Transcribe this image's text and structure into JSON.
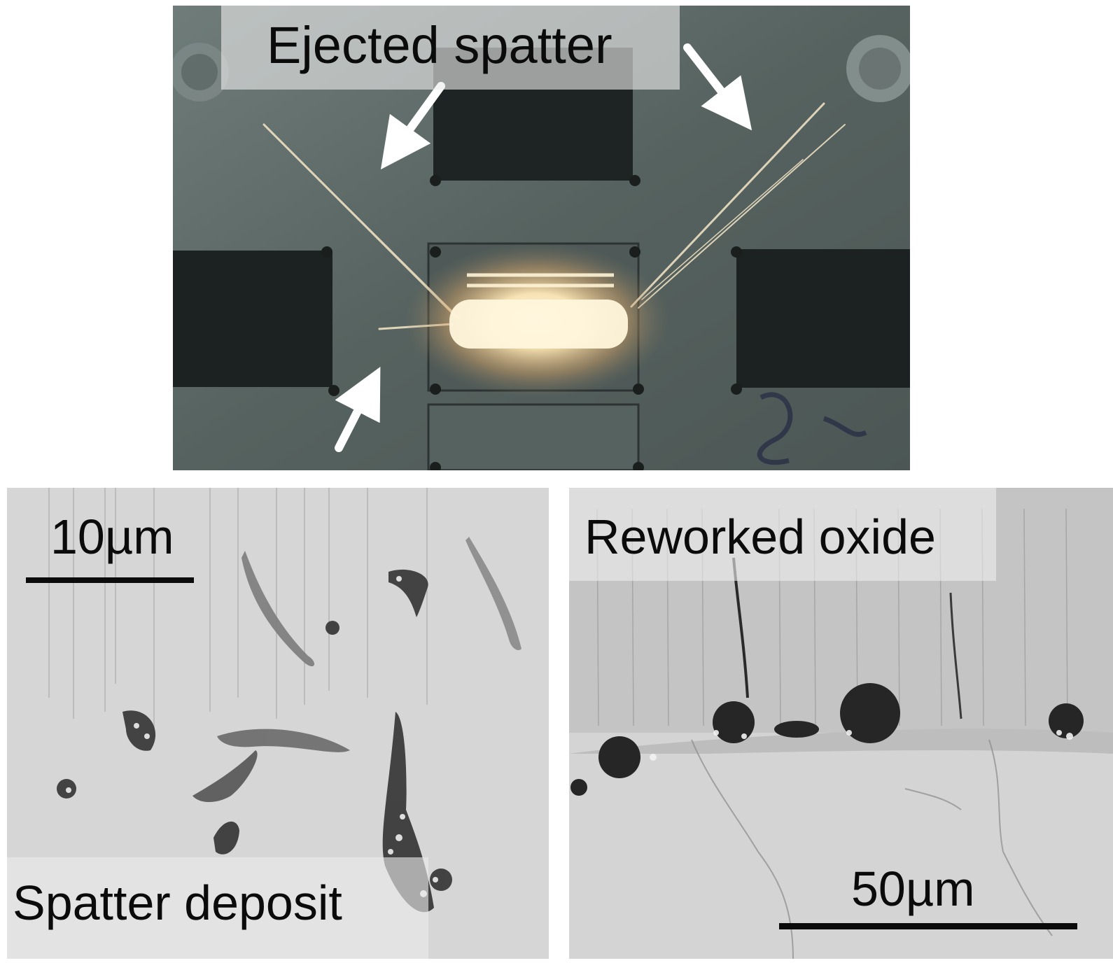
{
  "figure": {
    "top_panel": {
      "caption": "Ejected spatter"
    },
    "bottom_left_panel": {
      "scale_bar_label": "10µm",
      "caption": "Spatter deposit"
    },
    "bottom_right_panel": {
      "caption": "Reworked oxide",
      "scale_bar_label": "50µm"
    }
  },
  "colors": {
    "plate": "#5d6a68",
    "melt_glow": "#fff3d0",
    "sem_background": "#d6d6d6",
    "sem_particle": "#2a2a2a",
    "label_text": "#0b0b0b"
  }
}
